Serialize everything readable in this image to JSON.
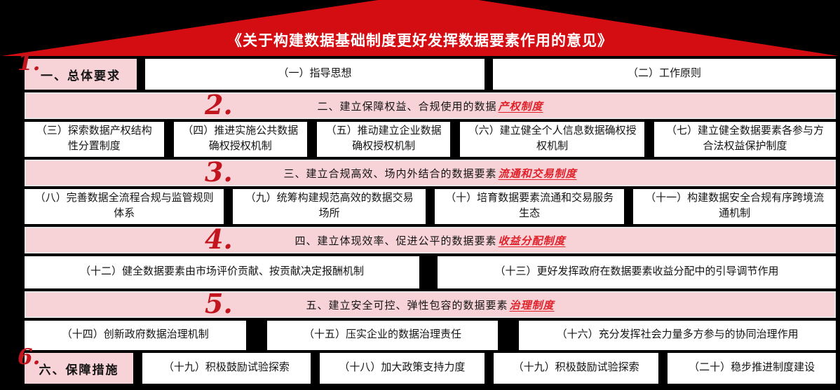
{
  "title": "《关于构建数据基础制度更好发挥数据要素作用的意见》",
  "colors": {
    "background": "#000000",
    "roof_red": "#d40d12",
    "pink": "#f7d2d7",
    "number_red": "#c2151e",
    "accent_red": "#e02129",
    "box_white": "#ffffff",
    "text_black": "#141414"
  },
  "sections": [
    {
      "number": "1.",
      "label": "一、总体要求",
      "boxes": [
        "（一）指导思想",
        "（二）工作原则"
      ]
    },
    {
      "number": "2.",
      "heading_black": "二、建立保障权益、合规使用的数据",
      "heading_red": "产权制度",
      "boxes": [
        "（三）探索数据产权结构性分置制度",
        "（四）推进实施公共数据确权授权机制",
        "（五）推动建立企业数据确权授权机制",
        "（六）建立健全个人信息数据确权授权机制",
        "（七）建立健全数据要素各参与方合法权益保护制度"
      ]
    },
    {
      "number": "3.",
      "heading_black": "三、建立合规高效、场内外结合的数据要素",
      "heading_red": "流通和交易制度",
      "boxes": [
        "（八）完善数据全流程合规与监管规则体系",
        "（九）统筹构建规范高效的数据交易场所",
        "（十）培育数据要素流通和交易服务生态",
        "（十一）构建数据安全合规有序跨境流通机制"
      ]
    },
    {
      "number": "4.",
      "heading_black": "四、建立体现效率、促进公平的数据要素",
      "heading_red": "收益分配制度",
      "boxes": [
        "（十二）健全数据要素由市场评价贡献、按贡献决定报酬机制",
        "（十三）更好发挥政府在数据要素收益分配中的引导调节作用"
      ]
    },
    {
      "number": "5.",
      "heading_black": "五、建立安全可控、弹性包容的数据要素",
      "heading_red": "治理制度",
      "boxes": [
        "（十四）创新政府数据治理机制",
        "（十五）压实企业的数据治理责任",
        "（十六）充分发挥社会力量多方参与的协同治理作用"
      ]
    },
    {
      "number": "6.",
      "label": "六、保障措施",
      "boxes": [
        "（十九）积极鼓励试验探索",
        "（十八）加大政策支持力度",
        "（十九）积极鼓励试验探索",
        "（二十）稳步推进制度建设"
      ]
    }
  ]
}
